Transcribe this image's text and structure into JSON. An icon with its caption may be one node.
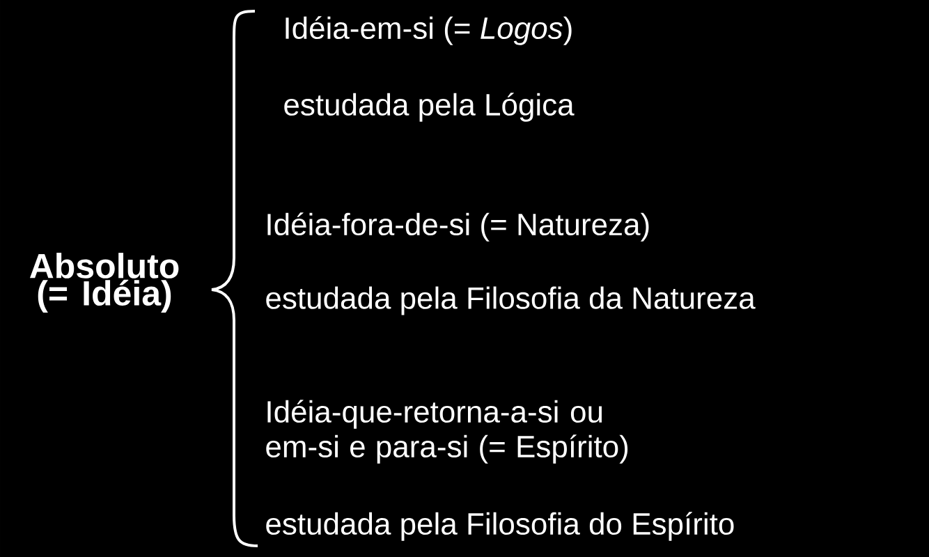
{
  "diagram": {
    "labels": [
      "Absoluto (= Idéia)",
      "Idéia-em-si (= *Logos*)",
      "estudada pela Lógica",
      "Idéia-fora-de-si (= Natureza)",
      "estudada pela Filosofia da Natureza",
      "Idéia-que-retorna-a-si ou em-si e para-si (= Espírito)",
      "estudada pela Filosofia do Espírito"
    ]
  }
}
